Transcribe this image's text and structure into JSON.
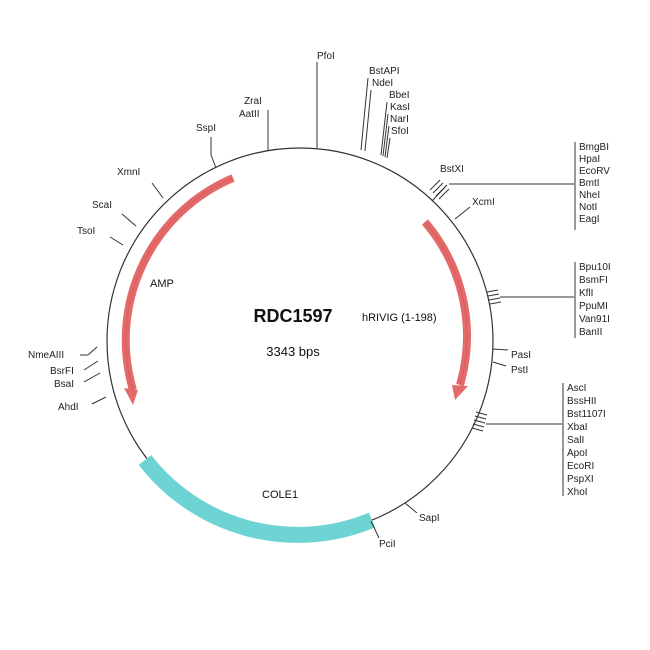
{
  "plasmid": {
    "name": "RDC1597",
    "size_label": "3343 bps",
    "circle_color": "#333333"
  },
  "features": {
    "amp": {
      "label": "AMP",
      "color": "#e46a6a"
    },
    "hrivig": {
      "label": "hRIVIG (1-198)",
      "color": "#e46a6a"
    },
    "cole1": {
      "label": "COLE1",
      "color": "#6dd3d3"
    }
  },
  "sites": {
    "pfoi": "PfoI",
    "zrai": "ZraI",
    "aatii": "AatII",
    "sspi": "SspI",
    "xmni": "XmnI",
    "scai": "ScaI",
    "tsoi": "TsoI",
    "nmeaiii": "NmeAIII",
    "bsrfi": "BsrFI",
    "bsai": "BsaI",
    "ahdi": "AhdI",
    "bstxi": "BstXI",
    "xcmi": "XcmI",
    "pasi": "PasI",
    "psti": "PstI",
    "sapi": "SapI",
    "pcii": "PciI"
  },
  "stacks": {
    "top": [
      "BstAPI",
      "NdeI",
      "BbeI",
      "KasI",
      "NarI",
      "SfoI"
    ],
    "right1": [
      "BmgBI",
      "HpaI",
      "EcoRV",
      "BmtI",
      "NheI",
      "NotI",
      "EagI"
    ],
    "right2": [
      "Bpu10I",
      "BsmFI",
      "KflI",
      "PpuMI",
      "Van91I",
      "BanII"
    ],
    "right3": [
      "AscI",
      "BssHII",
      "Bst1107I",
      "XbaI",
      "SalI",
      "ApoI",
      "EcoRI",
      "PspXI",
      "XhoI"
    ]
  }
}
